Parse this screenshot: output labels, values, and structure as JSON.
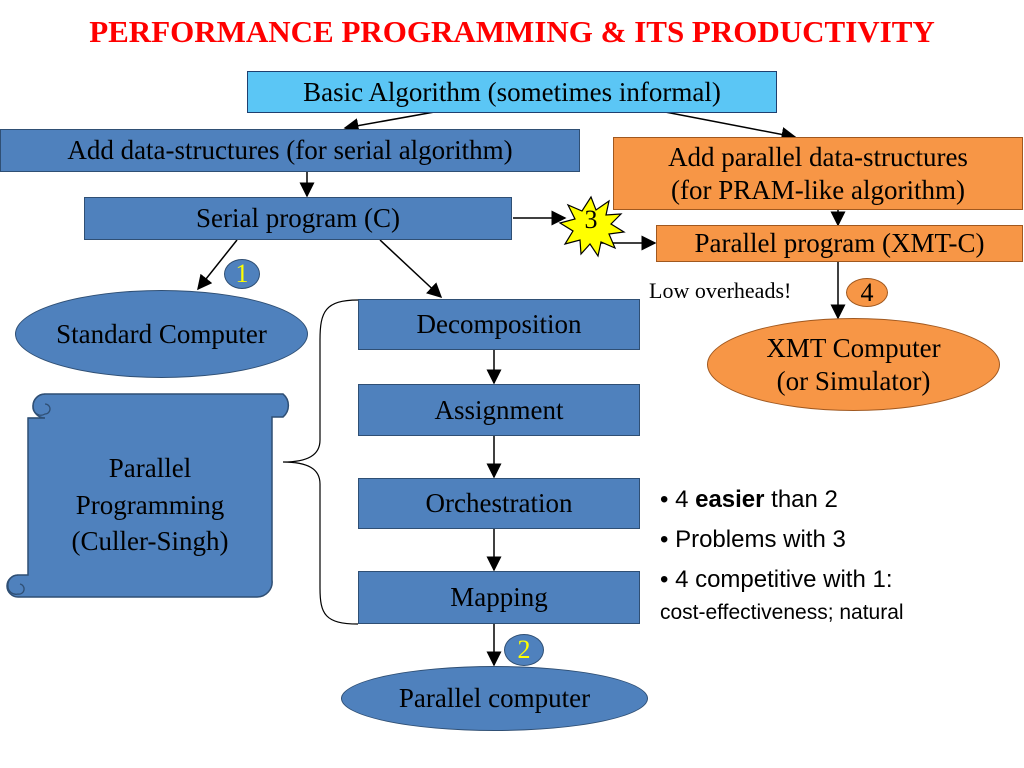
{
  "title": "PERFORMANCE PROGRAMMING & ITS PRODUCTIVITY",
  "nodes": {
    "basic_algorithm": "Basic Algorithm (sometimes informal)",
    "serial_ds": "Add data-structures (for serial algorithm)",
    "parallel_ds_line1": "Add parallel data-structures",
    "parallel_ds_line2": "(for PRAM-like algorithm)",
    "serial_program": "Serial program (C)",
    "parallel_program": "Parallel program (XMT-C)",
    "standard_computer": "Standard Computer",
    "xmt_computer_line1": "XMT Computer",
    "xmt_computer_line2": "(or Simulator)",
    "decomposition": "Decomposition",
    "assignment": "Assignment",
    "orchestration": "Orchestration",
    "mapping": "Mapping",
    "parallel_computer": "Parallel computer",
    "scroll_line1": "Parallel",
    "scroll_line2": "Programming",
    "scroll_line3": "(Culler-Singh)"
  },
  "badges": {
    "one": "1",
    "two": "2",
    "three": "3",
    "four": "4"
  },
  "low_overheads": "Low overheads!",
  "bullets": {
    "b1_prefix": "• 4 ",
    "b1_bold": "easier",
    "b1_suffix": " than 2",
    "b2": "• Problems with 3",
    "b3": "• 4 competitive with 1:",
    "b3_sub": "cost-effectiveness; natural"
  },
  "colors": {
    "title": "#ff0000",
    "blue_box": "#4f81bd",
    "light_blue_box": "#5bc6f5",
    "orange_box": "#f79646",
    "badge_number": "#ffff00",
    "star": "#ffff00"
  }
}
